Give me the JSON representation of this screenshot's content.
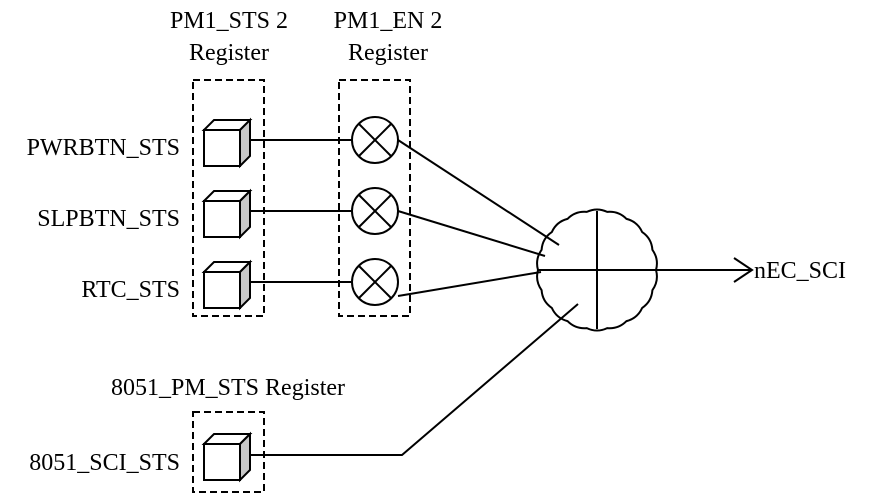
{
  "columns": {
    "pm1_sts": {
      "line1": "PM1_STS 2",
      "line2": "Register"
    },
    "pm1_en": {
      "line1": "PM1_EN 2",
      "line2": "Register"
    },
    "pm_8051": {
      "line1": "8051_PM_STS Register"
    }
  },
  "signals": [
    {
      "label": "PWRBTN_STS"
    },
    {
      "label": "SLPBTN_STS"
    },
    {
      "label": "RTC_STS"
    },
    {
      "label": "8051_SCI_STS"
    }
  ],
  "output": {
    "label": "nEC_SCI"
  }
}
